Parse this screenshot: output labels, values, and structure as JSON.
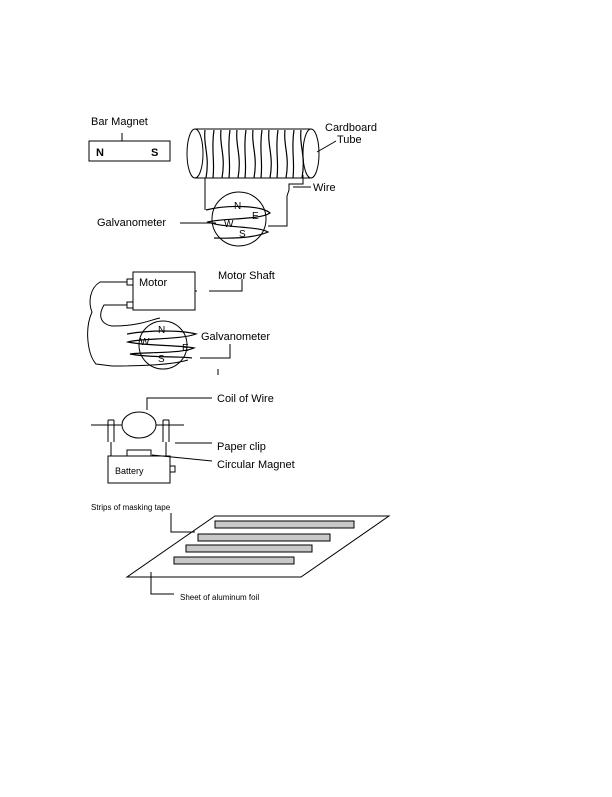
{
  "figure1": {
    "bar_magnet_label": "Bar Magnet",
    "magnet_north": "N",
    "magnet_south": "S",
    "cardboard_label_line1": "Cardboard",
    "cardboard_label_line2": "Tube",
    "wire_label": "Wire",
    "galvanometer_label": "Galvanometer",
    "compass": {
      "n": "N",
      "e": "E",
      "s": "S",
      "w": "W"
    }
  },
  "figure2": {
    "motor_label": "Motor",
    "motor_shaft_label": "Motor Shaft",
    "galvanometer_label": "Galvanometer",
    "compass": {
      "n": "N",
      "e": "E",
      "s": "S",
      "w": "W"
    }
  },
  "figure3": {
    "coil_label": "Coil of Wire",
    "paper_clip_label": "Paper clip",
    "circular_magnet_label": "Circular Magnet",
    "battery_label": "Battery"
  },
  "figure4": {
    "tape_label": "Strips of masking tape",
    "foil_label": "Sheet of aluminum foil"
  },
  "colors": {
    "ink": "#000000",
    "tape_fill": "#c8c8c8",
    "background": "#ffffff"
  }
}
